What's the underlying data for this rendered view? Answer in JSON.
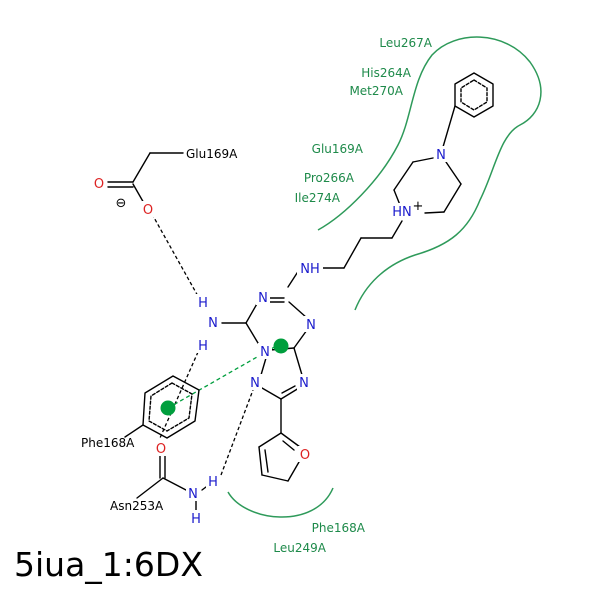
{
  "title": "5iua_1:6DX",
  "colors": {
    "residue_label": "#1e8a4a",
    "pocket_outline": "#2e9a5a",
    "pi_centroid": "#009e3d",
    "nitrogen": "#1a1acc",
    "oxygen": "#dd2222",
    "bond": "#000000"
  },
  "residues": {
    "leu267": "Leu267A",
    "his264": "His264A",
    "met270": "Met270A",
    "glu169_pocket": "Glu169A",
    "pro266": "Pro266A",
    "ile274": "Ile274A",
    "glu169_sidechain": "Glu169A",
    "phe168_ring": "Phe168A",
    "asn253": "Asn253A",
    "phe168_pocket": "Phe168A",
    "leu249": "Leu249A"
  },
  "atoms": {
    "N_piperazine_top": "N",
    "NH_plus": "HN",
    "plus_sign": "+",
    "NH_chain": "NH",
    "N_triazine_top": "N",
    "N_triazine_right": "N",
    "N_bridge": "N",
    "N_triazole_left": "N",
    "N_triazole_right": "N",
    "O_furan": "O",
    "N_amine": "N",
    "H_amine_top": "H",
    "H_amine_bottom": "H",
    "O_carbonyl_glu": "O",
    "O_carboxylate_glu": "O",
    "minus_sign": "⊖",
    "O_carbonyl_asn": "O",
    "N_amide_asn": "N",
    "H_amide_right": "H",
    "H_amide_bottom": "H"
  }
}
